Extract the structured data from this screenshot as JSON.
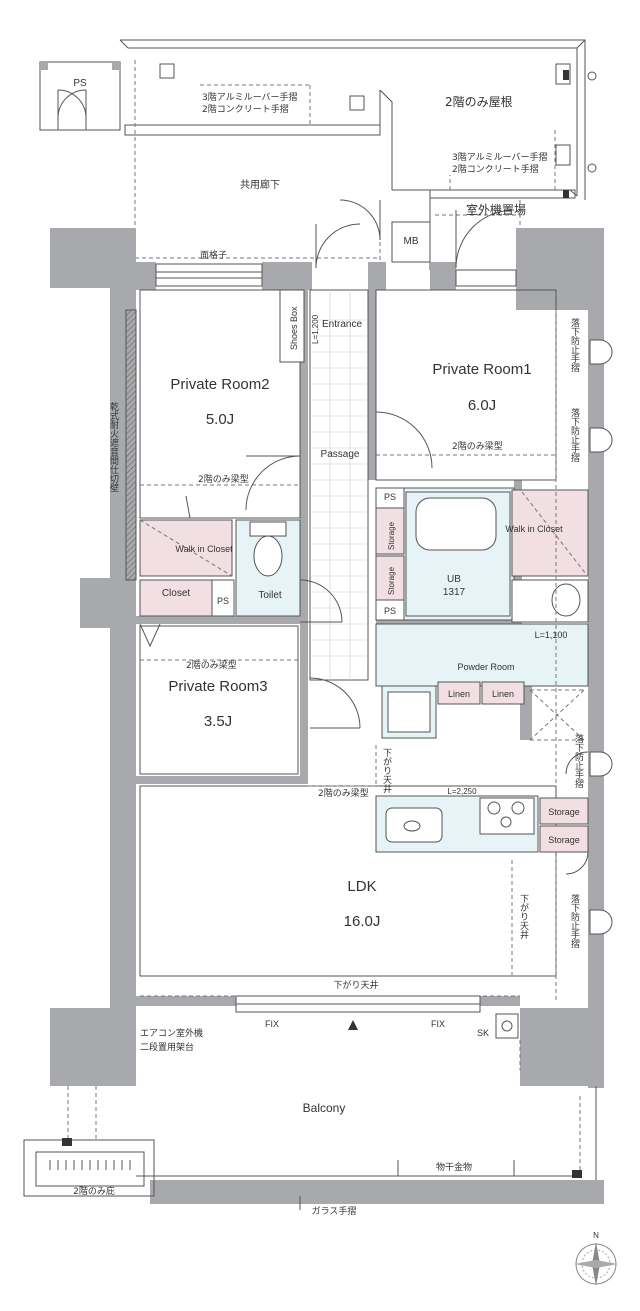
{
  "rooms": {
    "room2_name": "Private Room2",
    "room2_size": "5.0J",
    "room1_name": "Private Room1",
    "room1_size": "6.0J",
    "room3_name": "Private Room3",
    "room3_size": "3.5J",
    "ldk_name": "LDK",
    "ldk_size": "16.0J"
  },
  "labels": {
    "ps": "PS",
    "roof_2f": "2階のみ屋根",
    "rail_left_1": "3階アルミルーバー手摺",
    "rail_left_2": "2階コンクリート手摺",
    "rail_right_1": "3階アルミルーバー手摺",
    "rail_right_2": "2階コンクリート手摺",
    "corridor": "共用廊下",
    "outdoor_unit": "室外機置場",
    "mb": "MB",
    "lattice": "面格子",
    "shoes_box": "Shoes Box",
    "l1200": "L=1,200",
    "entrance": "Entrance",
    "passage": "Passage",
    "beam_2f_room1": "2階のみ梁型",
    "beam_2f_room2": "2階のみ梁型",
    "beam_2f_room3": "2階のみ梁型",
    "beam_2f_ldk": "2階のみ梁型",
    "fall_guard_1": "落下防止手摺",
    "fall_guard_2": "落下防止手摺",
    "fall_guard_3": "落下防止手摺",
    "fall_guard_4": "落下防止手摺",
    "partition_wall": "乾式耐火遮音間仕切壁",
    "walkin_left": "Walk in Closet",
    "walkin_right": "Walk in Closet",
    "toilet": "Toilet",
    "closet": "Closet",
    "ps_small": "PS",
    "ps_bath_top": "PS",
    "ps_bath_bottom": "PS",
    "storage": "Storage",
    "ub": "UB",
    "ub_size": "1317",
    "l1100": "L=1,100",
    "powder_room": "Powder Room",
    "linen": "Linen",
    "lowered_ceiling": "下がり天井",
    "l2250": "L=2,250",
    "fix": "FIX",
    "sk": "SK",
    "ac_rack_1": "エアコン室外機",
    "ac_rack_2": "二段置用架台",
    "balcony": "Balcony",
    "drying_hardware": "物干金物",
    "eaves_2f": "2階のみ庇",
    "glass_rail": "ガラス手摺",
    "north": "N"
  },
  "colors": {
    "wall": "#a7a9ac",
    "line": "#555555",
    "pink": "#f2dfe3",
    "blue": "#e6f3f7",
    "dashed": "#777777"
  }
}
